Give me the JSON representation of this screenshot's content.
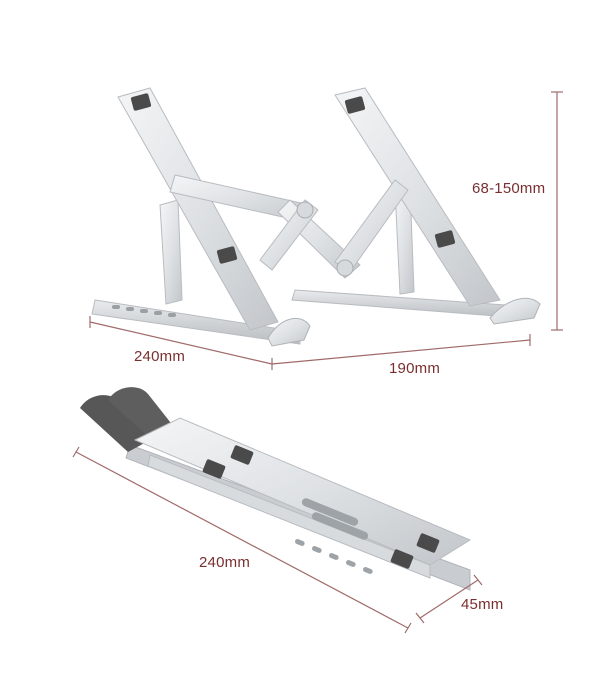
{
  "diagram": {
    "subject": "Foldable aluminum laptop stand",
    "colors": {
      "dimension_line": "#a06a6a",
      "dimension_text": "#7a2f2f",
      "aluminum_light": "#eef0f2",
      "aluminum_mid": "#cfd3d7",
      "aluminum_dark": "#a9aeb3",
      "rubber_pad": "#4a4a4a"
    },
    "open_view": {
      "labels": {
        "height": "68-150mm",
        "depth": "240mm",
        "width": "190mm"
      }
    },
    "folded_view": {
      "labels": {
        "length": "240mm",
        "width": "45mm"
      }
    }
  }
}
